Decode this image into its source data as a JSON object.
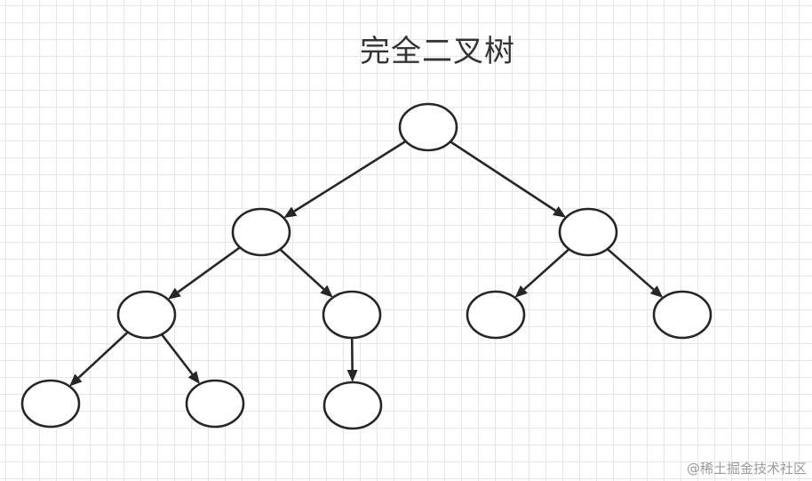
{
  "title": "完全二叉树",
  "watermark": "@稀土掘金技术社区",
  "tree": {
    "nodes": [
      "root",
      "l",
      "r",
      "ll",
      "lr",
      "rl",
      "rr",
      "lll",
      "llr",
      "lrl"
    ],
    "edges": [
      [
        "root",
        "l"
      ],
      [
        "root",
        "r"
      ],
      [
        "l",
        "ll"
      ],
      [
        "l",
        "lr"
      ],
      [
        "r",
        "rl"
      ],
      [
        "r",
        "rr"
      ],
      [
        "ll",
        "lll"
      ],
      [
        "ll",
        "llr"
      ],
      [
        "lr",
        "lrl"
      ]
    ]
  },
  "colors": {
    "stroke": "#262626",
    "grid": "#e6e6e6",
    "text": "#333333"
  }
}
